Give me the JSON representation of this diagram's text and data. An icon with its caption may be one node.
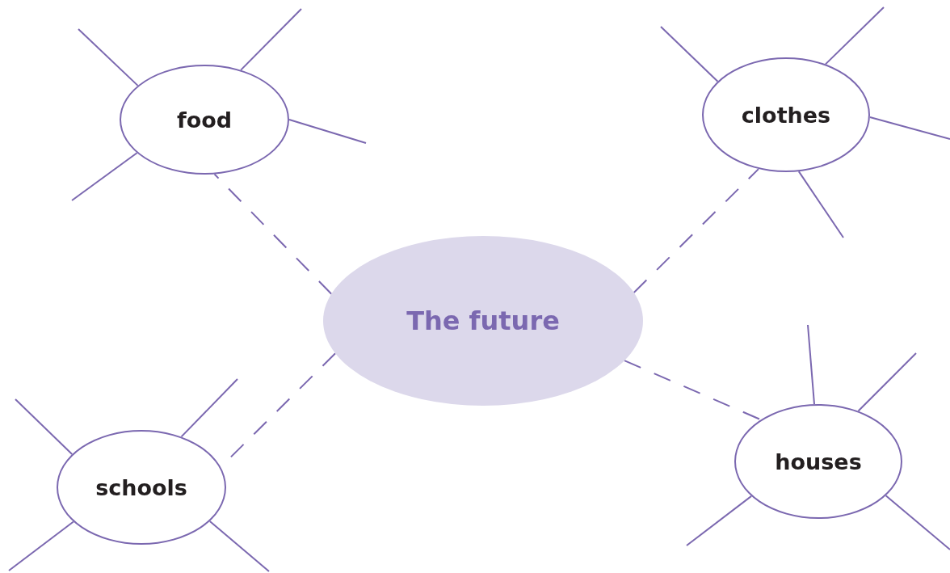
{
  "diagram": {
    "nodes": [
      {
        "text": [
          "food"
        ]
      },
      {
        "text": [
          "clothes"
        ]
      },
      {
        "text": [
          "The future"
        ]
      },
      {
        "text": [
          "schools"
        ]
      },
      {
        "text": [
          "houses"
        ]
      }
    ],
    "edges": [
      {
        "from": 2,
        "to": 0,
        "arrow": "none",
        "style": "dashed"
      },
      {
        "from": 2,
        "to": 1,
        "arrow": "none",
        "style": "dashed"
      },
      {
        "from": 2,
        "to": 3,
        "arrow": "none",
        "style": "dashed"
      },
      {
        "from": 2,
        "to": 4,
        "arrow": "none",
        "style": "dashed"
      },
      {
        "from": 0,
        "to": null,
        "arrow": "none"
      },
      {
        "from": 0,
        "to": null,
        "arrow": "none"
      },
      {
        "from": 0,
        "to": null,
        "arrow": "none"
      },
      {
        "from": 0,
        "to": null,
        "arrow": "none"
      },
      {
        "from": 1,
        "to": null,
        "arrow": "none"
      },
      {
        "from": 1,
        "to": null,
        "arrow": "none"
      },
      {
        "from": 1,
        "to": null,
        "arrow": "none"
      },
      {
        "from": 1,
        "to": null,
        "arrow": "none"
      },
      {
        "from": 3,
        "to": null,
        "arrow": "none"
      },
      {
        "from": 3,
        "to": null,
        "arrow": "none"
      },
      {
        "from": 3,
        "to": null,
        "arrow": "none"
      },
      {
        "from": 3,
        "to": null,
        "arrow": "none"
      },
      {
        "from": 4,
        "to": null,
        "arrow": "none"
      },
      {
        "from": 4,
        "to": null,
        "arrow": "none"
      },
      {
        "from": 4,
        "to": null,
        "arrow": "none"
      },
      {
        "from": 4,
        "to": null,
        "arrow": "none"
      }
    ]
  }
}
